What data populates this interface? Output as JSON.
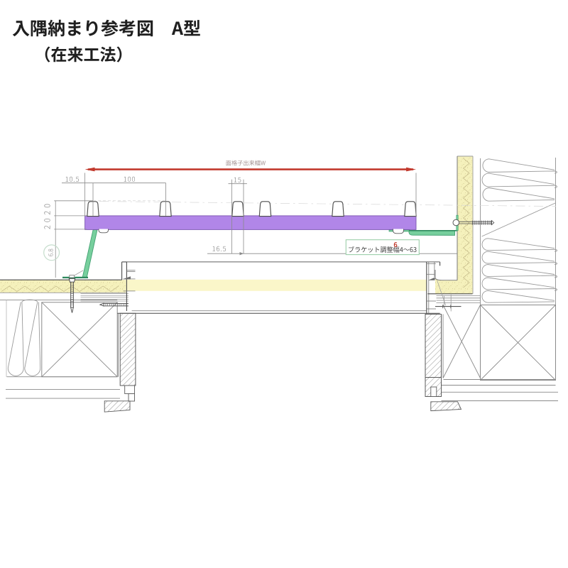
{
  "title": {
    "line1": "入隅納まり参考図　A型",
    "line2": "（在来工法）"
  },
  "annotations": {
    "width_dim_label": "面格子出来幅W",
    "bracket_note": "ブラケット調整幅4～63",
    "bracket_note_revision": "6"
  },
  "dimensions": {
    "offset_left": "10.5",
    "clip_pitch": "100",
    "clip_top_width": "15",
    "clip_base_width": "16.5",
    "upper_height": "20",
    "lower_height": "20",
    "circle_dim": "6.8"
  },
  "colors": {
    "grille_bar": "#b186e8",
    "bracket_green": "#77cf9d",
    "stucco_yellow": "#f5f1bc",
    "sill_yellow": "#faf6c9",
    "dim_red": "#c23a2e",
    "note_box_green": "#9ccfa9"
  }
}
